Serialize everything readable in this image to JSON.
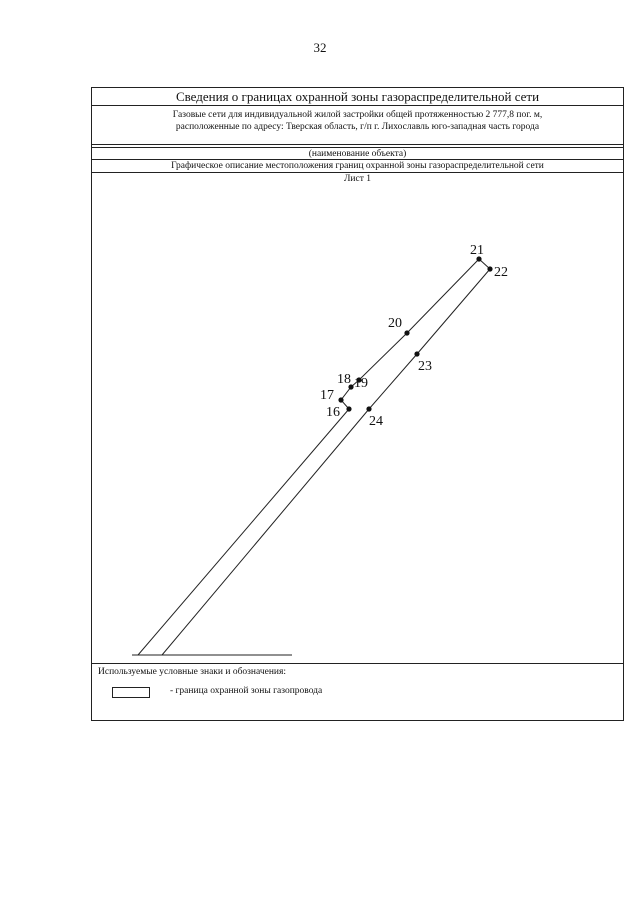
{
  "page_number": "32",
  "header": {
    "title": "Сведения о границах охранной зоны газораспределительной сети",
    "description_line1": "Газовые сети для индивидуальной жилой застройки общей протяженностью 2 777,8 пог. м,",
    "description_line2": "расположенные по адресу:  Тверская область, г/п г. Лихославль юго-западная часть города",
    "object_name_caption": "(наименование объекта)",
    "graphic_title": "Графическое описание местоположения границ охранной зоны газораспределительной сети",
    "sheet": "Лист 1"
  },
  "points": [
    {
      "label": "16"
    },
    {
      "label": "17"
    },
    {
      "label": "18"
    },
    {
      "label": "19"
    },
    {
      "label": "20"
    },
    {
      "label": "21"
    },
    {
      "label": "22"
    },
    {
      "label": "23"
    },
    {
      "label": "24"
    }
  ],
  "legend": {
    "heading": "Используемые условные знаки и обозначения:",
    "items": [
      {
        "text": "-  граница охранной зоны газопровода"
      }
    ]
  }
}
